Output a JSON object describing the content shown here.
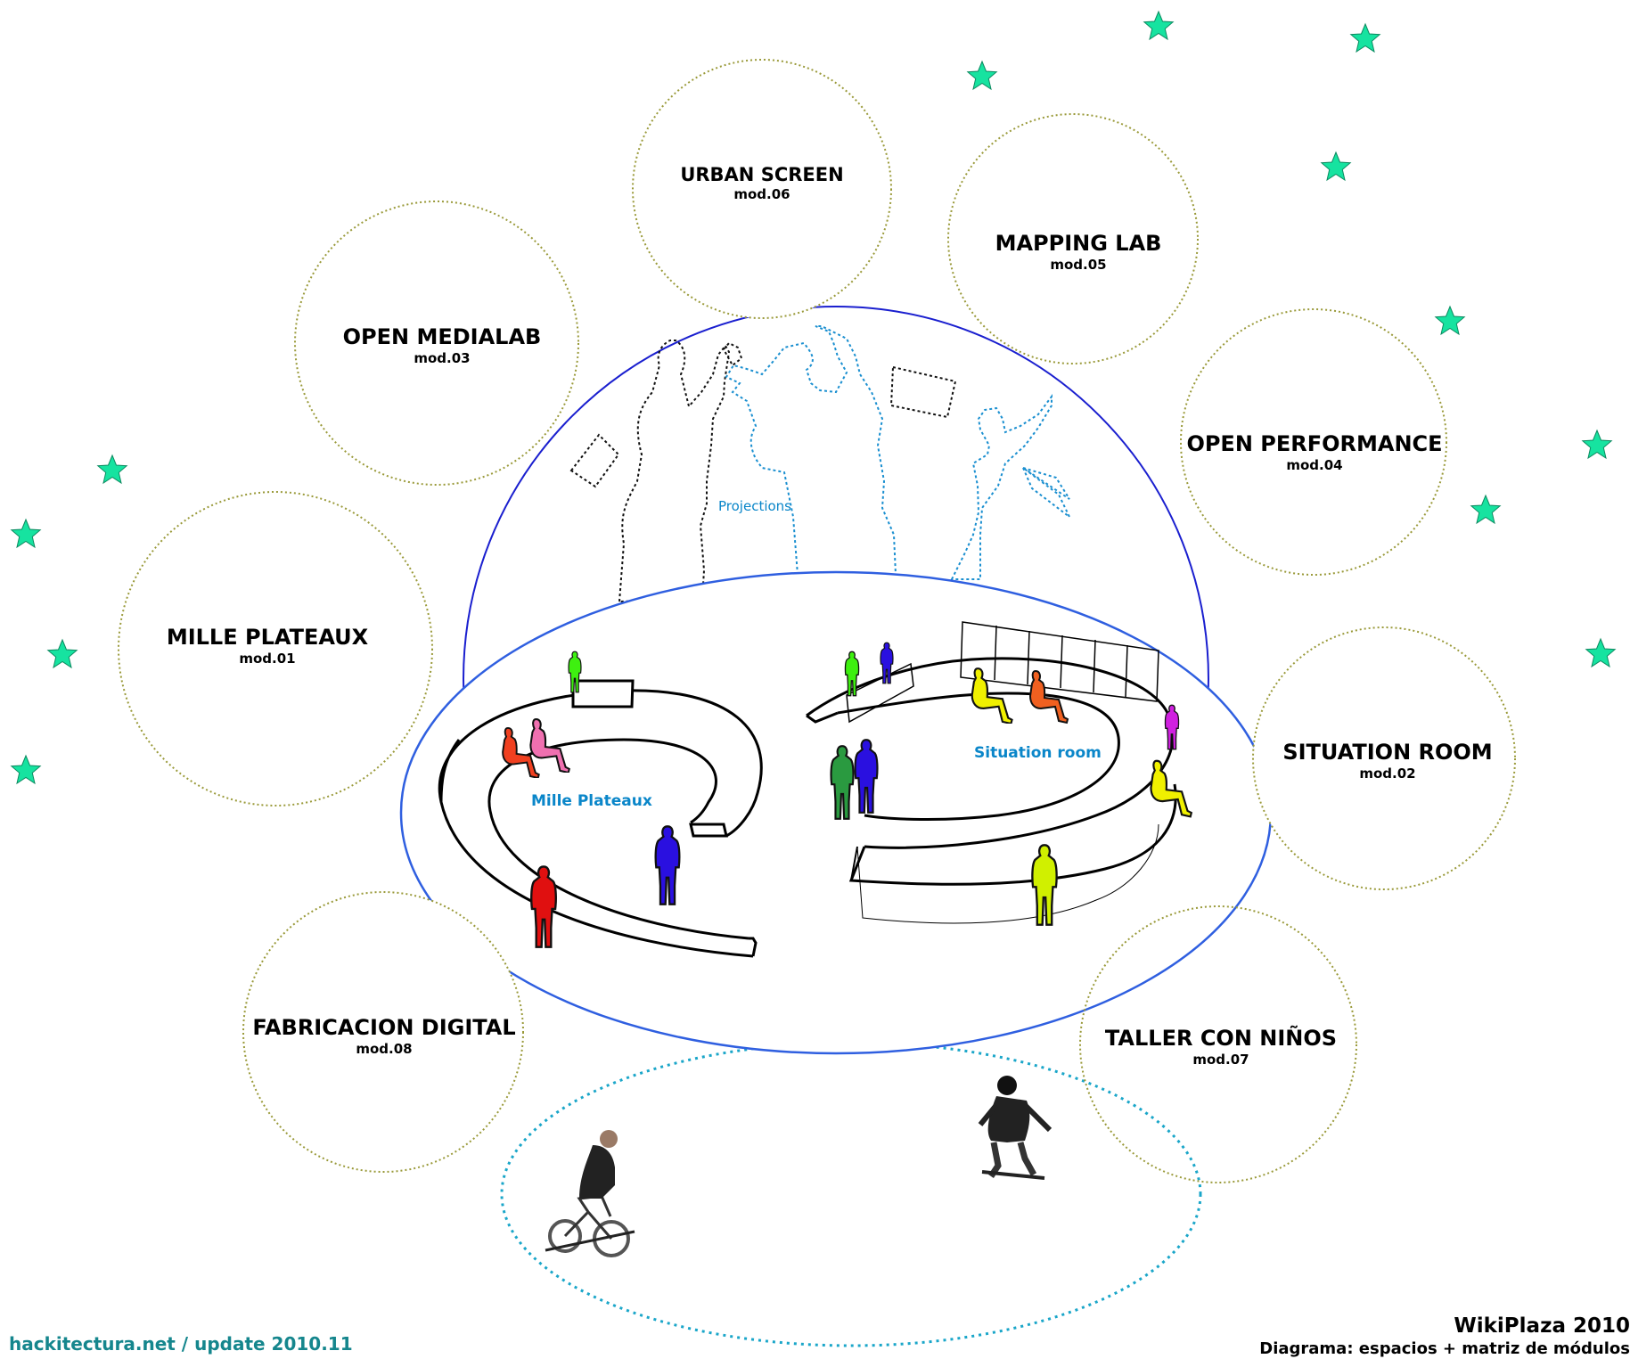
{
  "modules": [
    {
      "name": "URBAN SCREEN",
      "code": "mod.06"
    },
    {
      "name": "MAPPING LAB",
      "code": "mod.05"
    },
    {
      "name": "OPEN MEDIALAB",
      "code": "mod.03"
    },
    {
      "name": "OPEN PERFORMANCE",
      "code": "mod.04"
    },
    {
      "name": "MILLE PLATEAUX",
      "code": "mod.01"
    },
    {
      "name": "SITUATION ROOM",
      "code": "mod.02"
    },
    {
      "name": "FABRICACION DIGITAL",
      "code": "mod.08"
    },
    {
      "name": "TALLER CON NIÑOS",
      "code": "mod.07"
    }
  ],
  "labels": {
    "projections": "Projections",
    "mille_plateaux": "Mille Plateaux",
    "situation_room": "Situation room"
  },
  "footer": {
    "credit": "hackitectura.net / update 2010.11",
    "title": "WikiPlaza 2010",
    "subtitle": "Diagrama: espacios + matriz de módulos"
  },
  "colors": {
    "module_circle": "#9a9a3a",
    "outer_ellipse": "#1a1fcf",
    "platform_ellipse": "#2f5fe0",
    "lower_ellipse": "#1aa6c9",
    "star": "#16e3a0",
    "label_blue": "#0a86c9",
    "credit": "#15868d"
  },
  "icons": [
    "star-icon",
    "person-figure-icon",
    "cyclist-photo",
    "skateboarder-photo"
  ]
}
